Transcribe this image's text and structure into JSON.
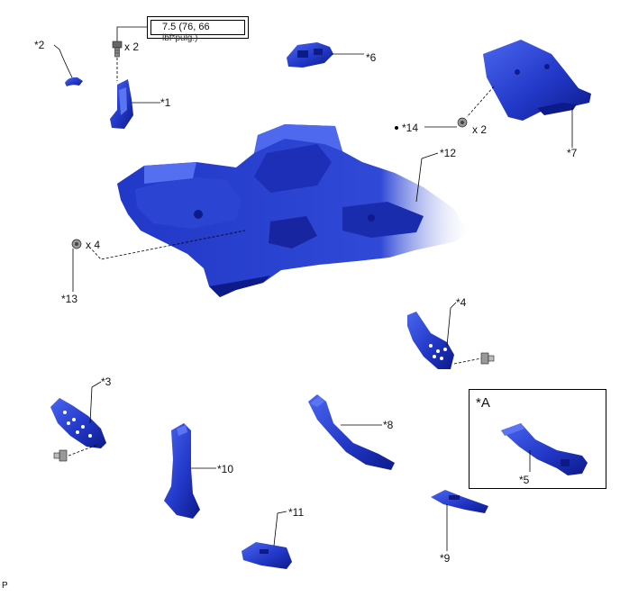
{
  "diagram": {
    "labels": {
      "p1": "*1",
      "p2": "*2",
      "p3": "*3",
      "p4": "*4",
      "p5": "*5",
      "p6": "*6",
      "p7": "*7",
      "p8": "*8",
      "p9": "*9",
      "p10": "*10",
      "p11": "*11",
      "p12": "*12",
      "p13": "*13",
      "p14": "*14",
      "inset": "*A"
    },
    "quantities": {
      "bolt_top": "x 2",
      "clip_14": "x 2",
      "clip_13": "x 4"
    },
    "torque": {
      "value": "7.5 (76, 66",
      "unit": "lbf*pulg.)"
    },
    "footer": "P",
    "colors": {
      "part": "#2238c8",
      "part_dark": "#0d1a8a",
      "part_light": "#5670f0",
      "leader": "#000000"
    }
  }
}
